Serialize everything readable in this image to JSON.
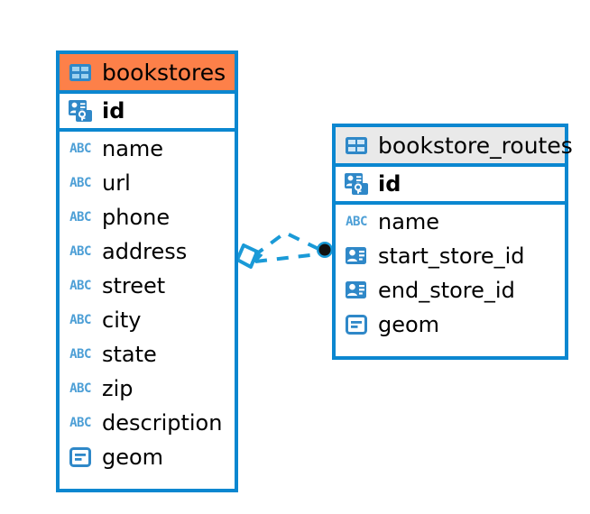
{
  "diagram": {
    "type": "entity-relationship-diagram",
    "background_color": "#ffffff",
    "accent_color": "#0b87d0",
    "highlight_color": "#fd8049",
    "header_gray": "#e9e9e9"
  },
  "tables": [
    {
      "name": "bookstores",
      "header_style": "accent-orange",
      "table_icon": "table-icon",
      "primary_key": {
        "label": "id",
        "icon": "primary-key-icon"
      },
      "fields": [
        {
          "label": "name",
          "icon": "abc-text-icon"
        },
        {
          "label": "url",
          "icon": "abc-text-icon"
        },
        {
          "label": "phone",
          "icon": "abc-text-icon"
        },
        {
          "label": "address",
          "icon": "abc-text-icon"
        },
        {
          "label": "street",
          "icon": "abc-text-icon"
        },
        {
          "label": "city",
          "icon": "abc-text-icon"
        },
        {
          "label": "state",
          "icon": "abc-text-icon"
        },
        {
          "label": "zip",
          "icon": "abc-text-icon"
        },
        {
          "label": "description",
          "icon": "abc-text-icon"
        },
        {
          "label": "geom",
          "icon": "blob-geometry-icon"
        }
      ]
    },
    {
      "name": "bookstore_routes",
      "header_style": "accent-gray",
      "table_icon": "table-icon",
      "primary_key": {
        "label": "id",
        "icon": "primary-key-icon"
      },
      "fields": [
        {
          "label": "name",
          "icon": "abc-text-icon"
        },
        {
          "label": "start_store_id",
          "icon": "foreign-key-icon"
        },
        {
          "label": "end_store_id",
          "icon": "foreign-key-icon"
        },
        {
          "label": "geom",
          "icon": "blob-geometry-icon"
        }
      ]
    }
  ],
  "relationship": {
    "line_style": "dashed",
    "line_color": "#1a9ad7",
    "source_marker": "diamond-marker",
    "target_marker": "filled-circle-marker",
    "cardinality": "many-to-one"
  }
}
